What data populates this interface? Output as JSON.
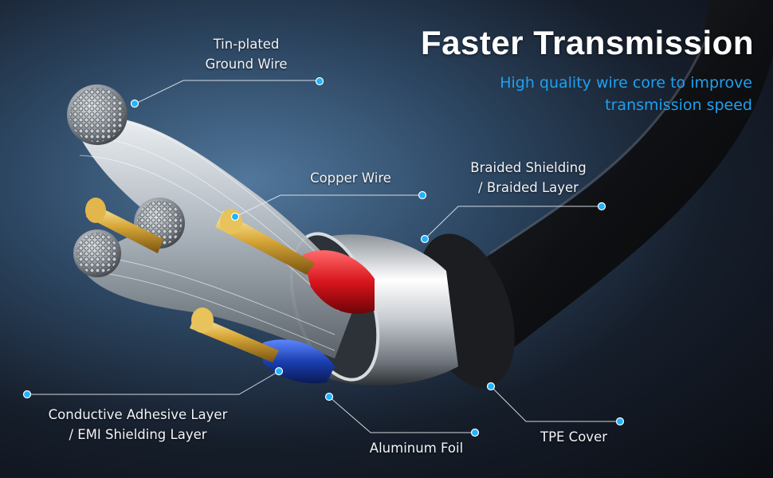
{
  "headline": {
    "title": "Faster Transmission",
    "subtitle_lines": [
      "High quality wire core to improve",
      "transmission speed"
    ]
  },
  "callouts": {
    "ground_wire": [
      "Tin-plated",
      "Ground Wire"
    ],
    "copper_wire": "Copper Wire",
    "braided": [
      "Braided Shielding",
      "/ Braided Layer"
    ],
    "conductive": [
      "Conductive Adhesive Layer",
      "/ EMI Shielding Layer"
    ],
    "aluminum_foil": "Aluminum Foil",
    "tpe_cover": "TPE Cover"
  },
  "colors": {
    "accent": "#1ea0f0",
    "marker": "#1eb4ff",
    "red_insulation": "#d8141c",
    "blue_insulation": "#1a3fb0",
    "jacket": "#121417"
  },
  "image": {
    "subject": "cross-section of a shielded cable with tin-plated and copper conductors"
  }
}
